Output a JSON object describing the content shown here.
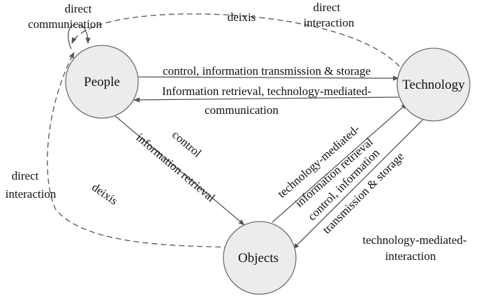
{
  "nodes": {
    "people": {
      "label": "People"
    },
    "technology": {
      "label": "Technology"
    },
    "objects": {
      "label": "Objects"
    }
  },
  "edges": {
    "people_to_technology": "control, information transmission & storage",
    "technology_to_people_line1": "Information retrieval, technology-mediated-",
    "technology_to_people_line2": "communication",
    "people_objects_upper": "control",
    "people_objects_lower": "information retrieval",
    "objects_technology_upper_line1": "technology-mediated-",
    "objects_technology_upper_line2": "information retrieval",
    "objects_technology_lower_line1": "control, information",
    "objects_technology_lower_line2": "transmission & storage",
    "technology_objects_side_line1": "technology-mediated-",
    "technology_objects_side_line2": "interaction"
  },
  "dashed_links": {
    "self_loop_line1": "direct",
    "self_loop_line2": "communication",
    "top_deixis": "deixis",
    "top_right_line1": "direct",
    "top_right_line2": "interaction",
    "left_line1": "direct",
    "left_line2": "interaction",
    "left_deixis": "deixis"
  },
  "colors": {
    "node_fill": "#ececec",
    "node_stroke": "#6e6e6e",
    "line": "#555555",
    "text": "#111111"
  }
}
